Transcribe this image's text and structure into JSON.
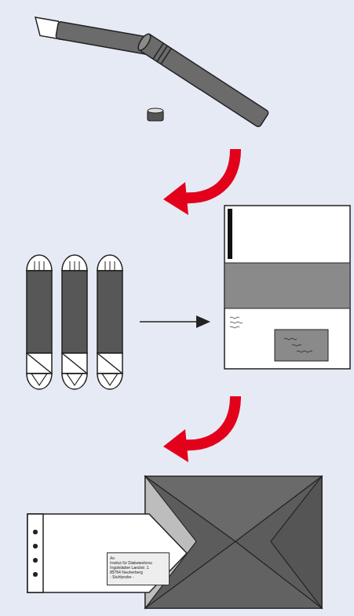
{
  "diagram": {
    "nodes": [
      {
        "text": [
          "An",
          "Institut für Diabetesforsc",
          "Ingolstädter Landstr. 1",
          "85764 Neuherberg",
          "- Stuhlprobe -"
        ]
      }
    ]
  }
}
